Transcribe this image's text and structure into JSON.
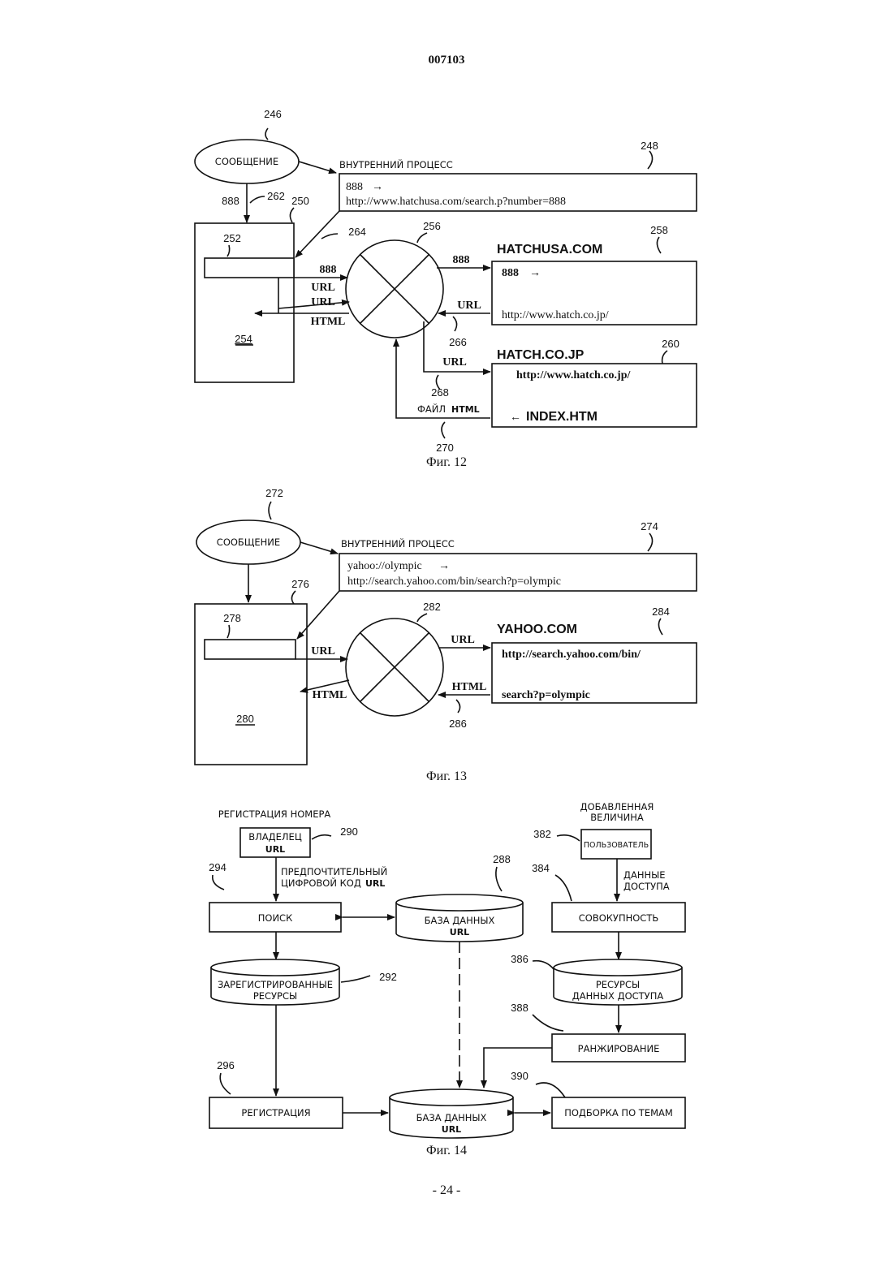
{
  "header": {
    "doc_number": "007103"
  },
  "footer": {
    "page_number": "- 24 -"
  },
  "fig12": {
    "caption": "Фиг. 12",
    "message_label": "СООБЩЕНИЕ",
    "process_title": "ВНУТРЕННИЙ ПРОЦЕСС",
    "process_line1": "888",
    "process_line2": "http://www.hatchusa.com/search.p?number=888",
    "site1_title": "HATCHUSA.COM",
    "site1_line1": "888",
    "site1_line2": "http://www.hatch.co.jp/",
    "site2_title": "HATCH.CO.JP",
    "site2_line1": "http://www.hatch.co.jp/",
    "site2_line2": "INDEX.HTM",
    "arrow_888_a": "888",
    "arrow_888_b": "888",
    "arrow_888_c": "888",
    "label_url1": "URL",
    "label_url2": "URL",
    "label_html": "HTML",
    "label_url3": "URL",
    "label_url4": "URL",
    "label_file": "ФАЙЛ",
    "label_file_html": "HTML",
    "refs": {
      "r246": "246",
      "r248": "248",
      "r262": "262",
      "r250": "250",
      "r252": "252",
      "r264": "264",
      "r256": "256",
      "r258": "258",
      "r254": "254",
      "r266": "266",
      "r260": "260",
      "r268": "268",
      "r270": "270"
    }
  },
  "fig13": {
    "caption": "Фиг. 13",
    "message_label": "СООБЩЕНИЕ",
    "process_title": "ВНУТРЕННИЙ ПРОЦЕСС",
    "process_line1": "yahoo://olympic",
    "process_line2": "http://search.yahoo.com/bin/search?p=olympic",
    "site_title": "YAHOO.COM",
    "site_line1": "http://search.yahoo.com/bin/",
    "site_line2": "search?p=olympic",
    "label_url_left": "URL",
    "label_html_left": "HTML",
    "label_url_right": "URL",
    "label_html_right": "HTML",
    "refs": {
      "r272": "272",
      "r274": "274",
      "r276": "276",
      "r278": "278",
      "r282": "282",
      "r284": "284",
      "r280": "280",
      "r286": "286"
    }
  },
  "fig14": {
    "caption": "Фиг. 14",
    "reg_title": "РЕГИСТРАЦИЯ НОМЕРА",
    "owner_l1": "ВЛАДЕЛЕЦ",
    "owner_l2": "URL",
    "pref_l1": "ПРЕДПОЧТИТЕЛЬНЫЙ",
    "pref_l2": "ЦИФРОВОЙ КОД",
    "pref_l2b": "URL",
    "search": "ПОИСК",
    "db_top_l1": "БАЗА ДАННЫХ",
    "db_top_l2": "URL",
    "registered_l1": "ЗАРЕГИСТРИРОВАННЫЕ",
    "registered_l2": "РЕСУРСЫ",
    "registration": "РЕГИСТРАЦИЯ",
    "db_bottom_l1": "БАЗА ДАННЫХ",
    "db_bottom_l2": "URL",
    "added_l1": "ДОБАВЛЕННАЯ",
    "added_l2": "ВЕЛИЧИНА",
    "user": "ПОЛЬЗОВАТЕЛЬ",
    "access_l1": "ДАННЫЕ",
    "access_l2": "ДОСТУПА",
    "aggregate": "СОВОКУПНОСТЬ",
    "res_l1": "РЕСУРСЫ",
    "res_l2": "ДАННЫХ ДОСТУПА",
    "ranking": "РАНЖИРОВАНИЕ",
    "topics": "ПОДБОРКА ПО ТЕМАМ",
    "refs": {
      "r290": "290",
      "r294": "294",
      "r288": "288",
      "r292": "292",
      "r296": "296",
      "r382": "382",
      "r384": "384",
      "r386": "386",
      "r388": "388",
      "r390": "390"
    }
  }
}
